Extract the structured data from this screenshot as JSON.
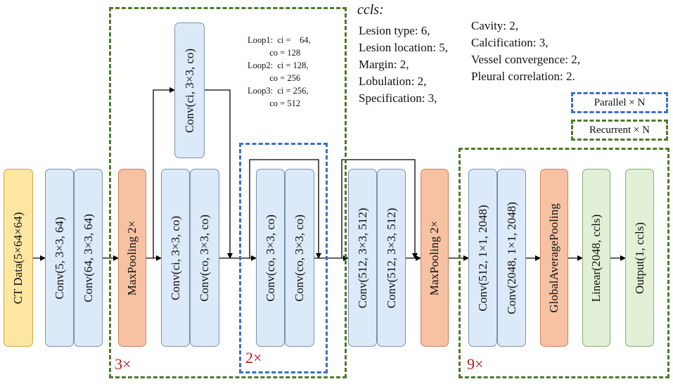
{
  "blocks": {
    "input": "CT Data(5×64×64)",
    "stem_conv1": "Conv(5, 3×3, 64)",
    "stem_conv2": "Conv(64, 3×3, 64)",
    "pool1": "MaxPooling 2×",
    "loop_conv1": "Conv(ci, 3×3, co)",
    "loop_conv2": "Conv(co, 3×3, co)",
    "loop_conv_top": "Conv(ci, 3×3, co)",
    "rec_conv1": "Conv(co, 3×3, co)",
    "rec_conv2": "Conv(co, 3×3, co)",
    "mid_conv1": "Conv(512, 3×3, 512)",
    "mid_conv2": "Conv(512, 3×3, 512)",
    "pool2": "MaxPooling 2×",
    "deep_conv1": "Conv(512, 1×1, 2048)",
    "deep_conv2": "Conv(2048, 1×1, 2048)",
    "gap": "GlobalAveragePooling",
    "linear": "Linear(2048, ccls)",
    "output": "Output(1, ccls)"
  },
  "repeats": {
    "loop": "3×",
    "inner": "2×",
    "deep": "9×"
  },
  "loop_note": "Loop1:  ci =    64,\n          co = 128\nLoop2:  ci = 128,\n          co = 256\nLoop3:  ci = 256,\n          co = 512",
  "classes": {
    "title": "ccls:",
    "left": [
      "Lesion type: 6,",
      "Lesion location: 5,",
      "Margin: 2,",
      "Lobulation: 2,",
      "Specification: 3,"
    ],
    "right": [
      "Cavity: 2,",
      "Calcification: 3,",
      "Vessel convergence: 2,",
      "Pleural correlation: 2."
    ]
  },
  "legend": {
    "parallel": "Parallel × N",
    "recurrent": "Recurrent × N"
  },
  "colors": {
    "input": "#fde6a0",
    "conv": "#dce9f8",
    "pool": "#f6c2a3",
    "linear": "#e1f0d6",
    "green_dash": "#4e7a2c",
    "blue_dash": "#3b6fc9",
    "repeat_text": "#b21e1e"
  }
}
